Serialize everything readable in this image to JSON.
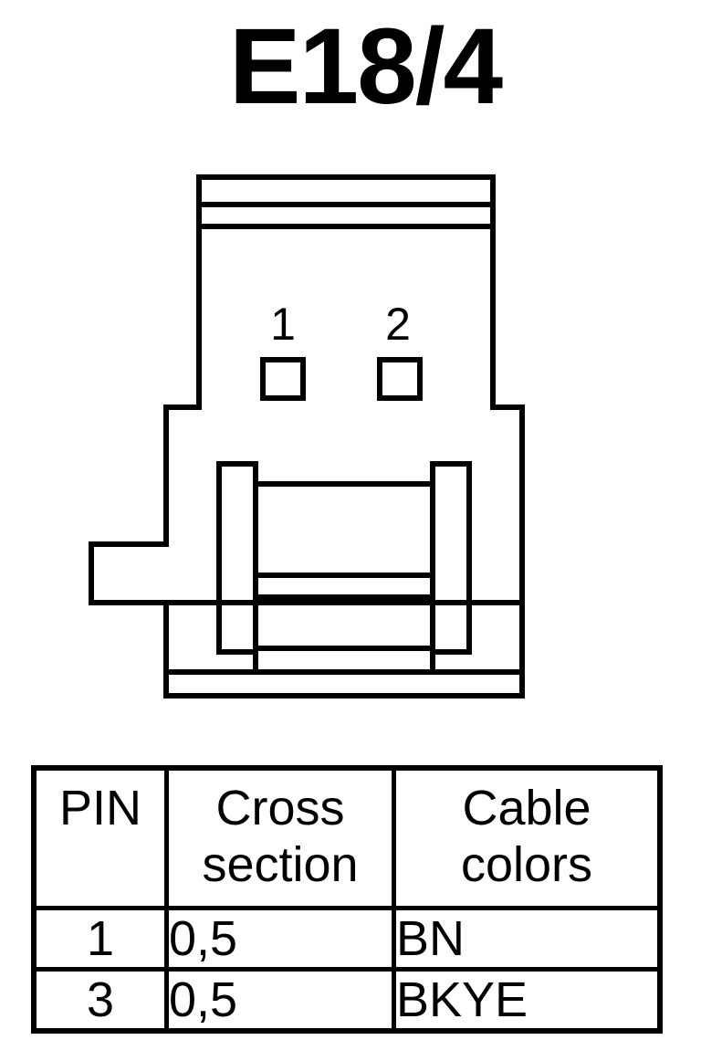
{
  "title": "E18/4",
  "connector": {
    "pin_labels": [
      "1",
      "2"
    ]
  },
  "table": {
    "headers": {
      "pin": "PIN",
      "cross_section": [
        "Cross",
        "section"
      ],
      "cable_colors": [
        "Cable",
        "colors"
      ]
    },
    "rows": [
      {
        "pin": "1",
        "cross_section": "0,5",
        "cable_color": "BN"
      },
      {
        "pin": "3",
        "cross_section": "0,5",
        "cable_color": "BKYE"
      }
    ]
  }
}
